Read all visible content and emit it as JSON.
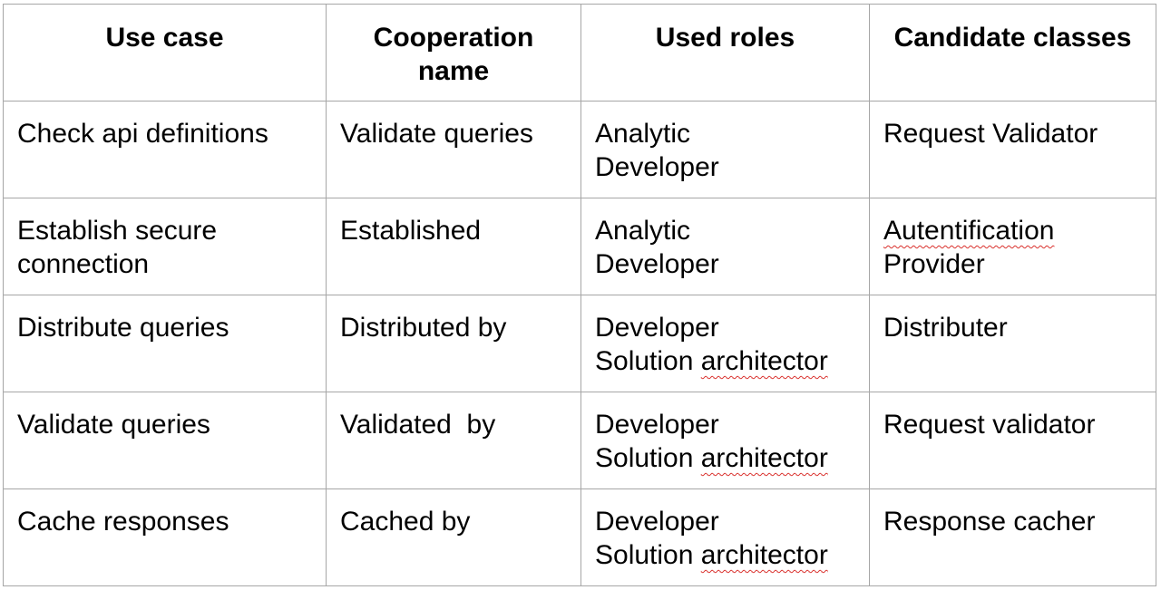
{
  "table": {
    "headers": [
      "Use case",
      "Cooperation\nname",
      "Used roles",
      "Candidate classes"
    ],
    "header_lines": [
      [
        "Use case"
      ],
      [
        "Cooperation",
        "name"
      ],
      [
        "Used roles"
      ],
      [
        "Candidate classes"
      ]
    ],
    "rows": [
      {
        "use_case": [
          "Check api definitions"
        ],
        "cooperation": [
          "Validate queries"
        ],
        "roles": [
          "Analytic",
          "Developer"
        ],
        "classes": [
          "Request Validator"
        ]
      },
      {
        "use_case": [
          "Establish secure",
          "connection"
        ],
        "cooperation": [
          "Established"
        ],
        "roles": [
          "Analytic",
          "Developer"
        ],
        "classes": [
          "Autentification",
          "Provider"
        ]
      },
      {
        "use_case": [
          "Distribute queries"
        ],
        "cooperation": [
          "Distributed by"
        ],
        "roles": [
          "Developer",
          "Solution architector"
        ],
        "classes": [
          "Distributer"
        ]
      },
      {
        "use_case": [
          "Validate queries"
        ],
        "cooperation": [
          "Validated  by"
        ],
        "roles": [
          "Developer",
          "Solution architector"
        ],
        "classes": [
          "Request validator"
        ]
      },
      {
        "use_case": [
          "Cache responses"
        ],
        "cooperation": [
          "Cached by"
        ],
        "roles": [
          "Developer",
          "Solution architector"
        ],
        "classes": [
          "Response cacher"
        ]
      }
    ]
  },
  "colors": {
    "border": "#a6a6a6",
    "spellcheck_underline": "#d9302c",
    "text": "#000000",
    "background": "#ffffff"
  }
}
